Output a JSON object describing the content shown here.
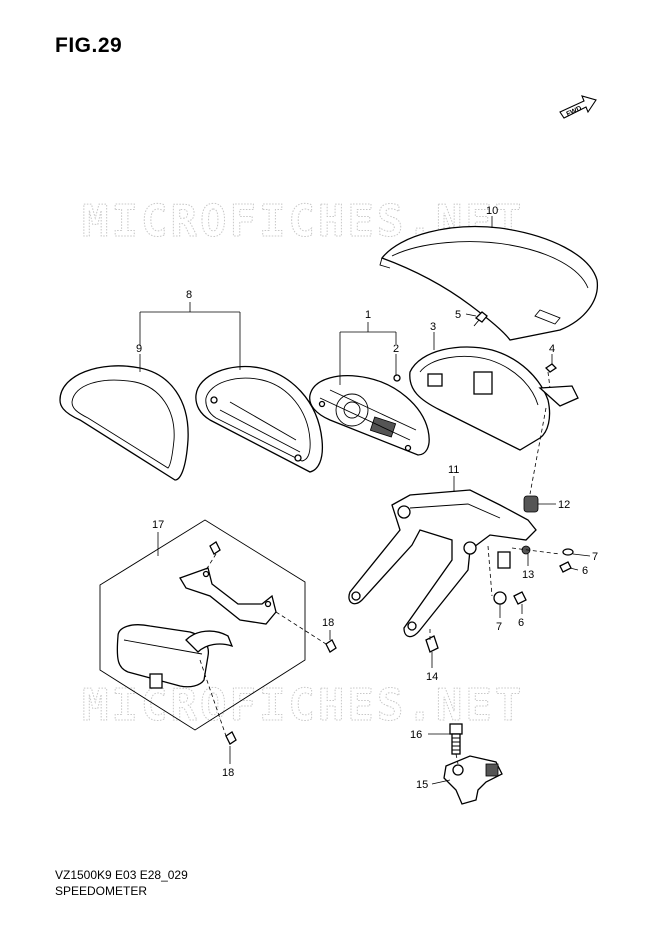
{
  "figure": {
    "title": "FIG.29",
    "model_code": "VZ1500K9 E03 E28_029",
    "name": "SPEEDOMETER",
    "direction_label": "FWD"
  },
  "watermark": "MICROFICHES.NET",
  "callouts": [
    {
      "id": "c8",
      "label": "8"
    },
    {
      "id": "c9",
      "label": "9"
    },
    {
      "id": "c1",
      "label": "1"
    },
    {
      "id": "c2",
      "label": "2"
    },
    {
      "id": "c3",
      "label": "3"
    },
    {
      "id": "c4",
      "label": "4"
    },
    {
      "id": "c5",
      "label": "5"
    },
    {
      "id": "c10",
      "label": "10"
    },
    {
      "id": "c11",
      "label": "11"
    },
    {
      "id": "c12",
      "label": "12"
    },
    {
      "id": "c13",
      "label": "13"
    },
    {
      "id": "c7a",
      "label": "7"
    },
    {
      "id": "c6a",
      "label": "6"
    },
    {
      "id": "c7b",
      "label": "7"
    },
    {
      "id": "c6b",
      "label": "6"
    },
    {
      "id": "c14",
      "label": "14"
    },
    {
      "id": "c17",
      "label": "17"
    },
    {
      "id": "c18a",
      "label": "18"
    },
    {
      "id": "c18b",
      "label": "18"
    },
    {
      "id": "c16",
      "label": "16"
    },
    {
      "id": "c15",
      "label": "15"
    }
  ]
}
